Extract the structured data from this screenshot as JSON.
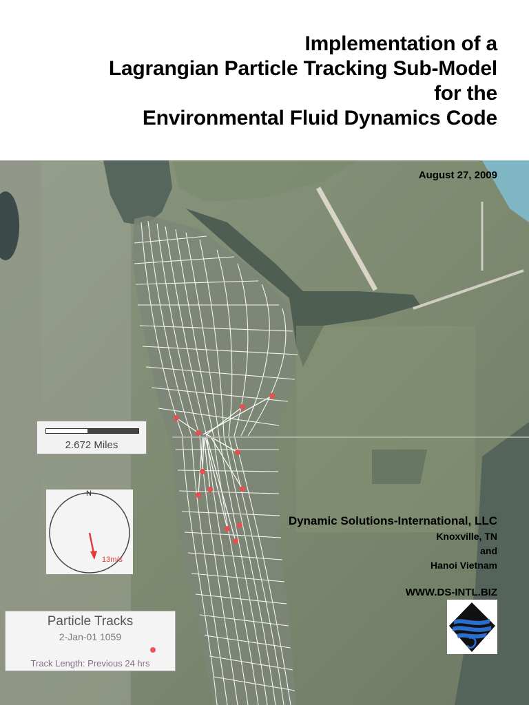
{
  "title": {
    "lines": [
      "Implementation of a",
      "Lagrangian Particle Tracking Sub-Model",
      "for the",
      "Environmental Fluid Dynamics Code"
    ]
  },
  "date": "August 27, 2009",
  "company": {
    "name": "Dynamic Solutions-International, LLC",
    "location": "Knoxville, TN",
    "and": "and",
    "location2": "Hanoi Vietnam",
    "website": "WWW.DS-INTL.BIZ"
  },
  "map": {
    "scale_label": "2.672 Miles",
    "compass_north": "N",
    "compass_speed": "13m/s",
    "legend_title": "Particle Tracks",
    "legend_date": "2-Jan-01 1059",
    "legend_track_length": "Track Length: Previous 24 hrs"
  },
  "colors": {
    "particle": "#e55050",
    "grid": "#ffffff",
    "logo_blue": "#2a4fa0"
  }
}
